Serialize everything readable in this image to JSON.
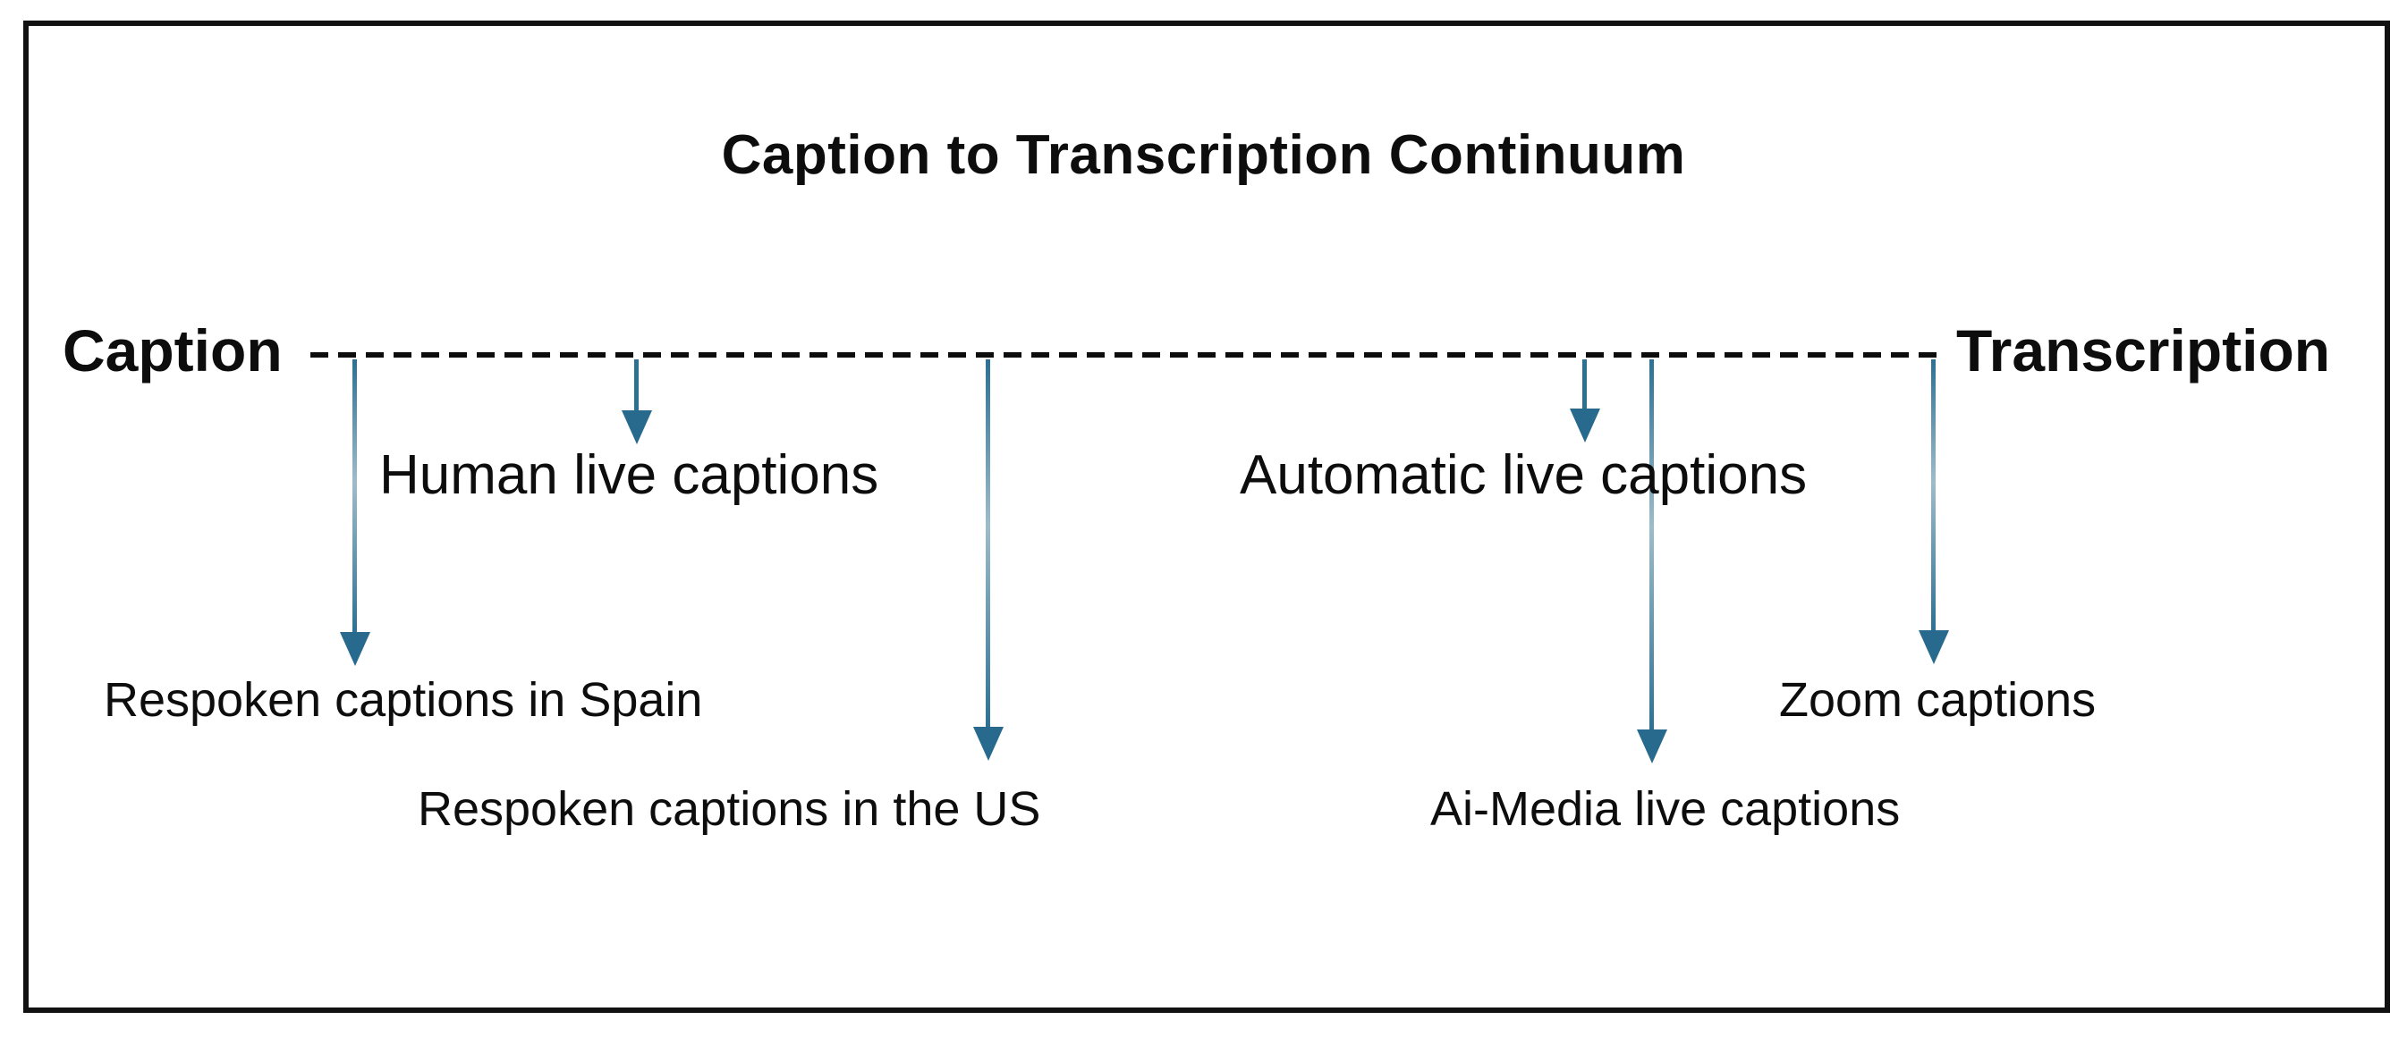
{
  "title": "Caption to Transcription Continuum",
  "continuum": {
    "left_endpoint": "Caption",
    "right_endpoint": "Transcription",
    "line_style": "dashed"
  },
  "items": [
    {
      "id": "human-live-captions",
      "label": "Human live captions",
      "row": "upper",
      "arrow_length": "short"
    },
    {
      "id": "automatic-live-captions",
      "label": "Automatic live captions",
      "row": "upper",
      "arrow_length": "short"
    },
    {
      "id": "respoken-captions-spain",
      "label": "Respoken captions in Spain",
      "row": "lower-1",
      "arrow_length": "long"
    },
    {
      "id": "respoken-captions-us",
      "label": "Respoken captions in the US",
      "row": "lower-2",
      "arrow_length": "long"
    },
    {
      "id": "ai-media-live-captions",
      "label": "Ai-Media live captions",
      "row": "lower-2",
      "arrow_length": "long"
    },
    {
      "id": "zoom-captions",
      "label": "Zoom captions",
      "row": "lower-1",
      "arrow_length": "long"
    }
  ],
  "colors": {
    "background": "#ffffff",
    "border": "#111111",
    "text": "#0d0d0d",
    "arrow_line": "#2c7094",
    "arrow_line_light": "#9dbcca",
    "arrow_head": "#276a8e"
  }
}
